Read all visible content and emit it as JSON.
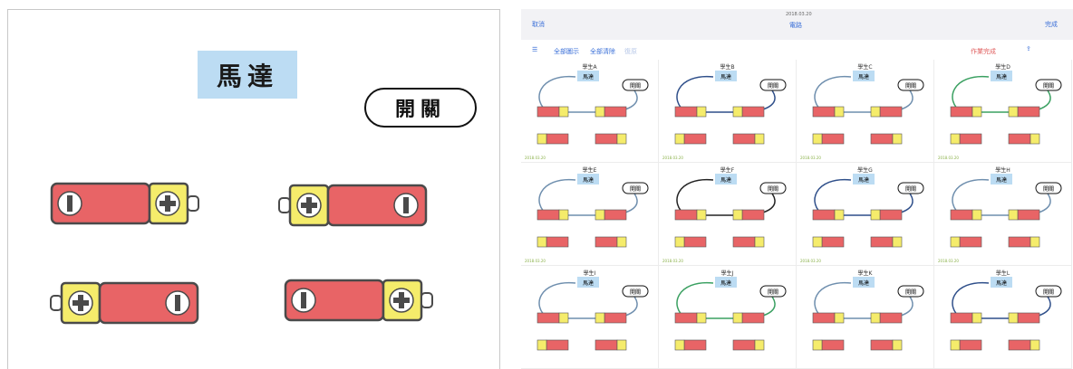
{
  "left_panel": {
    "motor_label": "馬達",
    "switch_label": "開關",
    "batteries": [
      {
        "orientation": "plus-right"
      },
      {
        "orientation": "plus-left"
      },
      {
        "orientation": "plus-left"
      },
      {
        "orientation": "plus-right"
      }
    ]
  },
  "right_panel": {
    "toolbar": {
      "left_text": "取消",
      "title_small": "2018.03.20",
      "title": "電路",
      "right_text": "完成"
    },
    "subbar": {
      "left_items": [
        "全部圖示",
        "全部清除",
        "復原"
      ],
      "right_text": "作業完成"
    },
    "grid_rows": 3,
    "grid_cols": 4,
    "cells": [
      {
        "title": "學生A",
        "caption": "2018.03.20"
      },
      {
        "title": "學生B",
        "caption": "2018.03.20"
      },
      {
        "title": "學生C",
        "caption": "2018.03.20"
      },
      {
        "title": "學生D",
        "caption": "2018.03.20"
      },
      {
        "title": "學生E",
        "caption": "2018.03.20"
      },
      {
        "title": "學生F",
        "caption": "2018.03.20"
      },
      {
        "title": "學生G",
        "caption": "2018.03.20"
      },
      {
        "title": "學生H",
        "caption": "2018.03.20"
      },
      {
        "title": "學生I",
        "caption": ""
      },
      {
        "title": "學生J",
        "caption": ""
      },
      {
        "title": "學生K",
        "caption": ""
      },
      {
        "title": "學生L",
        "caption": ""
      }
    ],
    "cell_motor_label": "馬達",
    "cell_switch_label": "開關",
    "colors": {
      "motor_bg": "#bcdcf3",
      "battery_red": "#e86466",
      "battery_yellow": "#f5ec6b",
      "wire_gray": "#6f8fae",
      "wire_black": "#222222",
      "wire_green": "#3aa061",
      "wire_navy": "#2f4f8a"
    }
  }
}
